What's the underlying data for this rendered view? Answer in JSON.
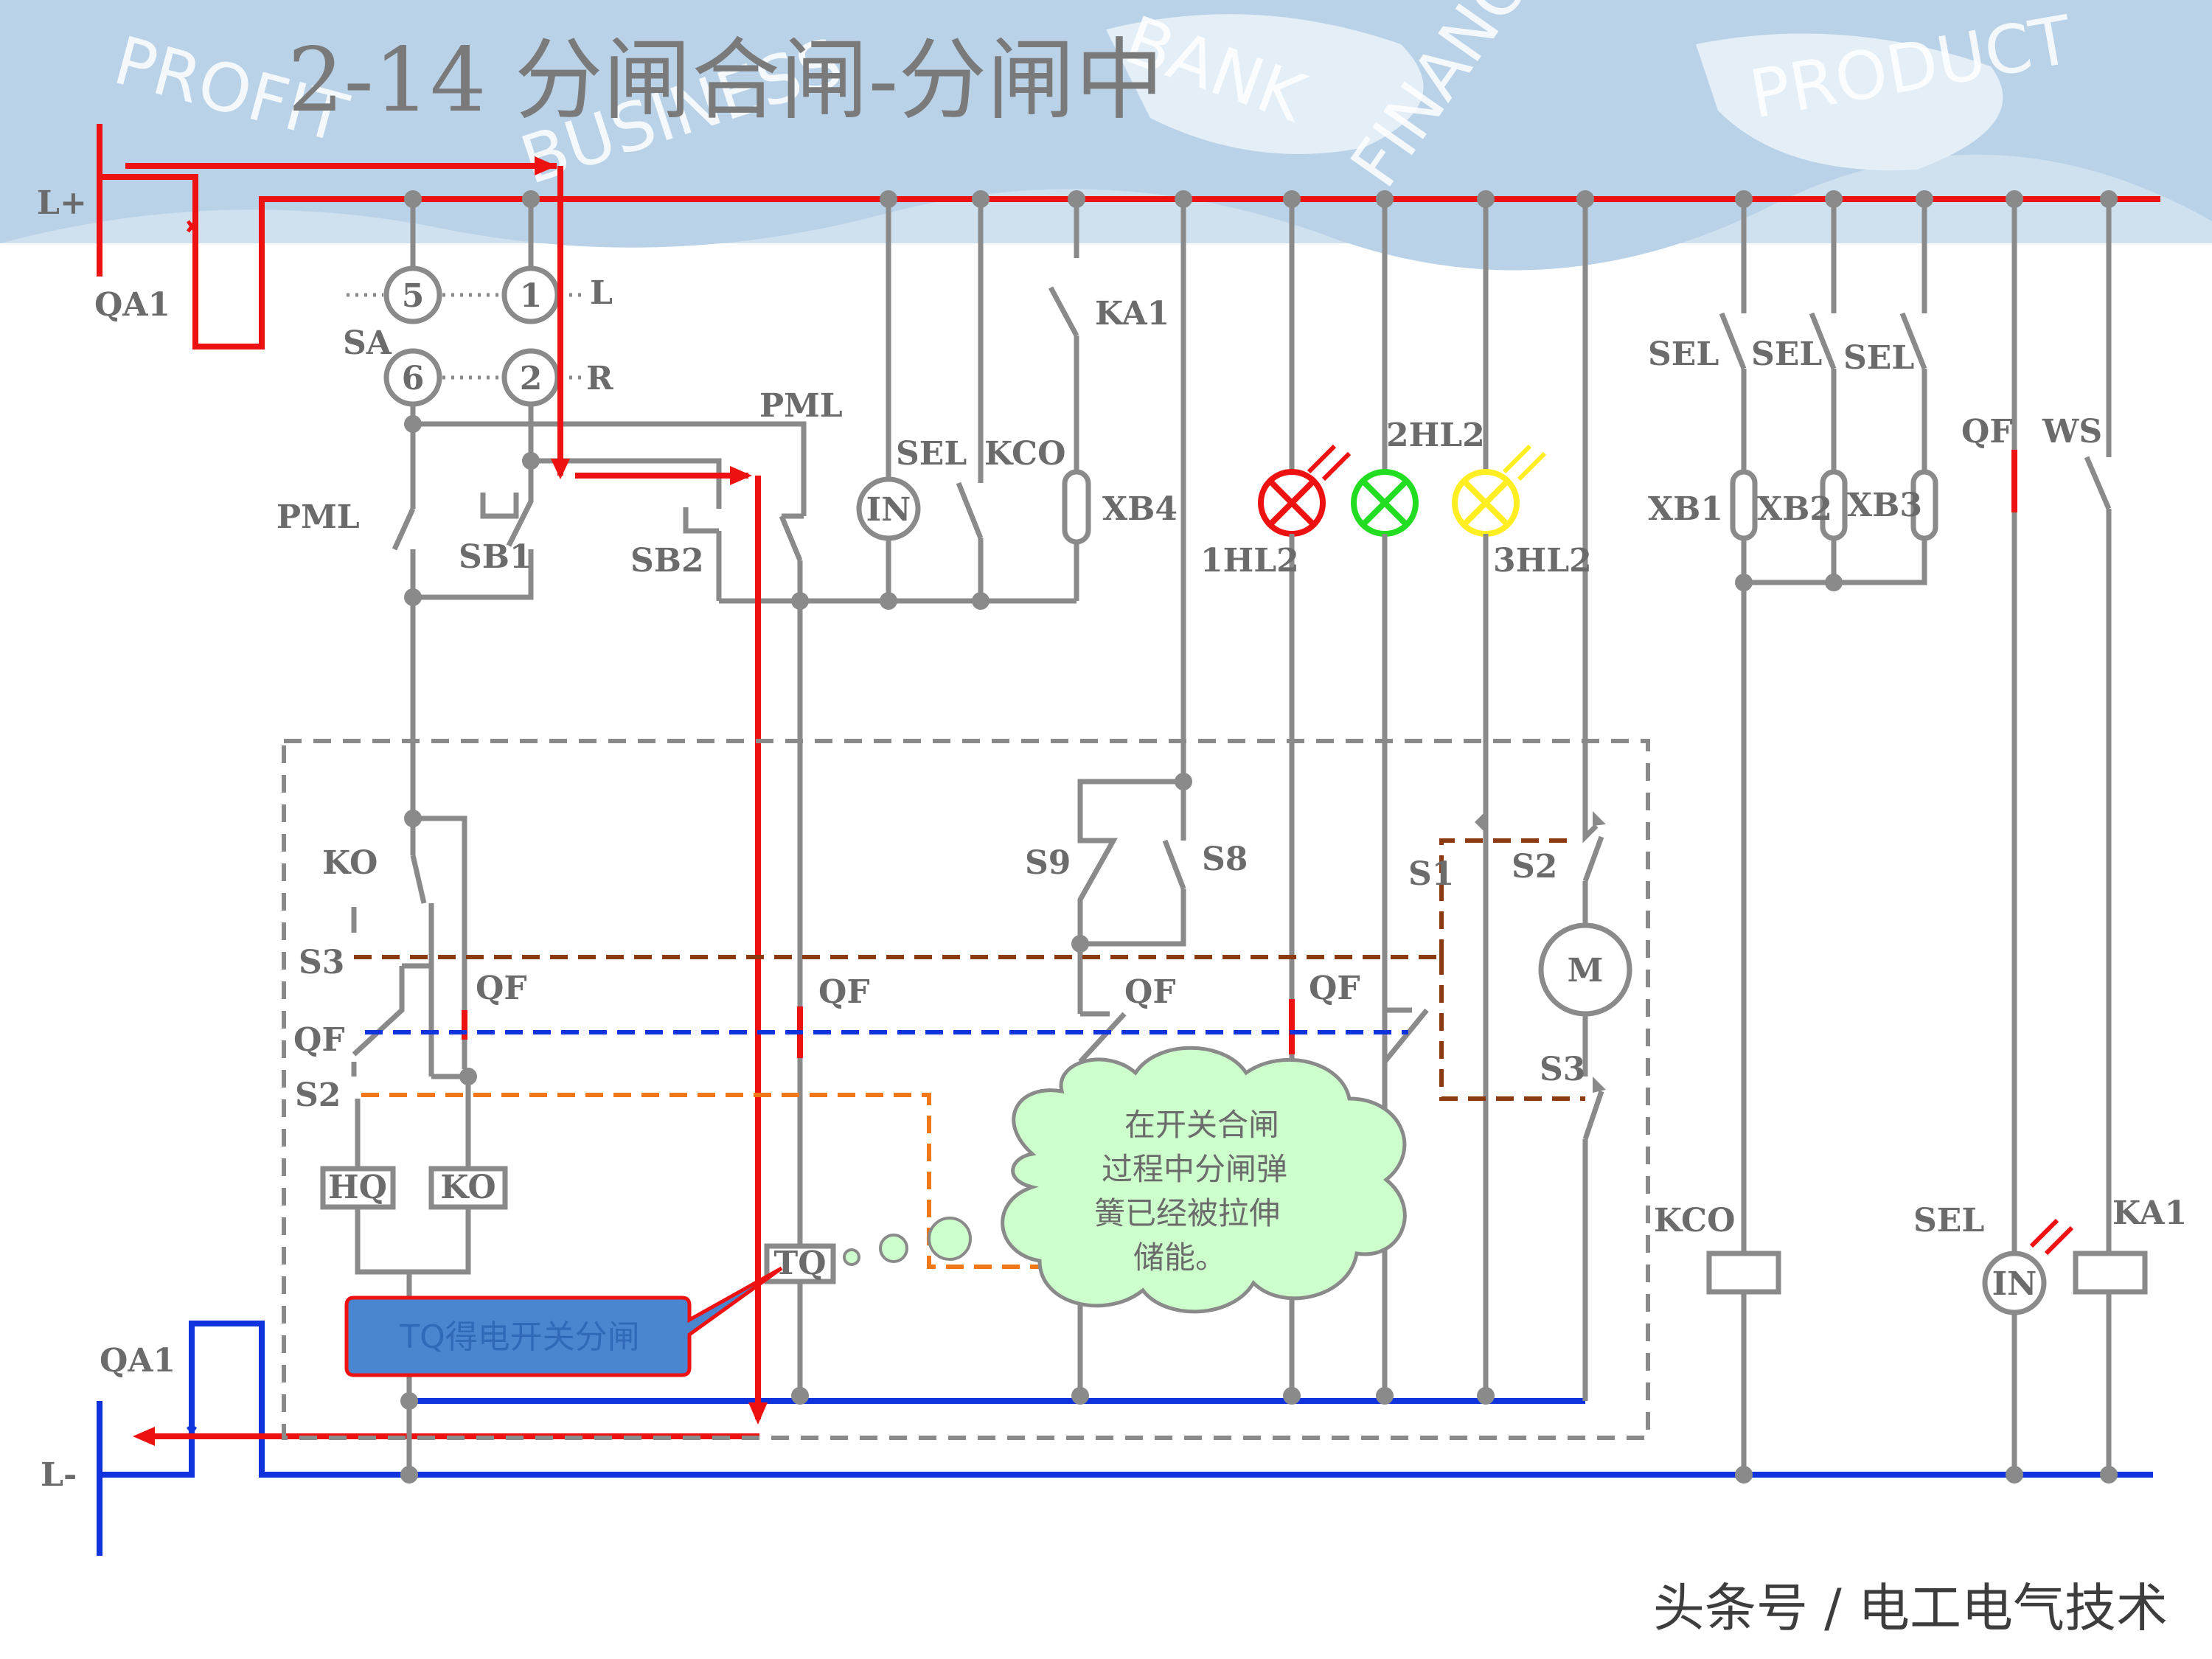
{
  "title": "2-14   分闸合闸-分闸中",
  "watermark": "头条号 / 电工电气技术",
  "background_words": [
    "PROFIT",
    "BUSINESS",
    "BANK",
    "FINANCE",
    "PRODUCT"
  ],
  "callout": {
    "text": "TQ得电开关分闸",
    "fill": "#4a86d0",
    "border": "#ee1111"
  },
  "cloud": {
    "lines": [
      "在开关合闸",
      "过程中分闸弹",
      "簧已经被拉伸",
      "储能。"
    ],
    "fill": "#ccffcc"
  },
  "switch_numbers": [
    "5",
    "1",
    "6",
    "2"
  ],
  "labels": {
    "l_plus": "L+",
    "l_minus": "L-",
    "qa1_top": "QA1",
    "qa1_bottom": "QA1",
    "sa": "SA",
    "L": "L",
    "R": "R",
    "pml_top": "PML",
    "pml_left": "PML",
    "sb1": "SB1",
    "sb2": "SB2",
    "sel_mid": "SEL",
    "kco_mid": "KCO",
    "ka1_top": "KA1",
    "xb4": "XB4",
    "in_mid": "IN",
    "hl1": "1HL2",
    "hl2": "2HL2",
    "hl3": "3HL2",
    "sel1": "SEL",
    "sel2": "SEL",
    "sel3": "SEL",
    "xb1": "XB1",
    "xb2": "XB2",
    "xb3": "XB3",
    "qf_right": "QF",
    "ws": "WS",
    "ko_contact": "KO",
    "s3_left": "S3",
    "qf_left_contact": "QF",
    "s2_left": "S2",
    "qf_1": "QF",
    "qf_2": "QF",
    "qf_3": "QF",
    "qf_4": "QF",
    "hq_coil": "HQ",
    "ko_coil": "KO",
    "tq_coil": "TQ",
    "s9": "S9",
    "s8": "S8",
    "s1": "S1",
    "s2_right": "S2",
    "s3_right": "S3",
    "motor": "M",
    "kco_coil": "KCO",
    "sel_bottom": "SEL",
    "in_bottom": "IN",
    "ka1_coil": "KA1"
  },
  "colors": {
    "energized_path": "#ee1111",
    "return_bus": "#1133dd",
    "wire": "#8a8a8a",
    "lamp_red": "#ee1111",
    "lamp_green": "#22dd22",
    "lamp_yellow": "#ffee22",
    "s3_link": "#8b3a0f",
    "qf_link": "#1133dd",
    "s2_link": "#f07818"
  }
}
